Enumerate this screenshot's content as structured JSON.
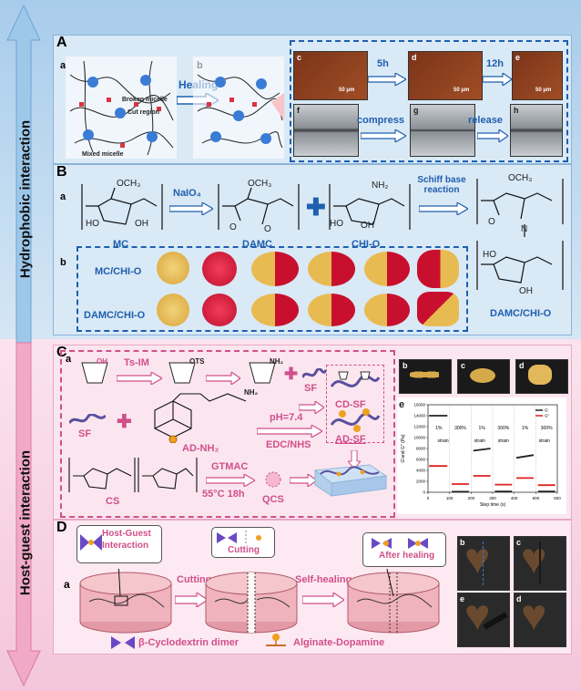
{
  "side": {
    "top_label": "Hydrophobic interaction",
    "bottom_label": "Host-guest interaction"
  },
  "A": {
    "panel": "A",
    "sub_a": "a",
    "sub_b": "b",
    "healing": "Healing",
    "broken_micelle": "Broken micelle",
    "cut_region": "Cut region",
    "mixed_micelle": "Mixed micelle",
    "photos": [
      "c",
      "d",
      "e",
      "f",
      "g",
      "h"
    ],
    "t1": "5h",
    "t2": "12h",
    "scale": "50 μm",
    "compress": "compress",
    "release": "release"
  },
  "B": {
    "panel": "B",
    "sub_a": "a",
    "sub_b": "b",
    "och3": "OCH₃",
    "naio4": "NaIO₄",
    "nh2": "NH₂",
    "schiff": "Schiff base reaction",
    "mc": "MC",
    "damc": "DAMC",
    "chio": "CHI-O",
    "row1": "MC/CHI-O",
    "row2": "DAMC/CHI-O",
    "product": "DAMC/CHI-O",
    "ho": "HO",
    "oh": "OH",
    "o": "O",
    "n": "N"
  },
  "C": {
    "panel": "C",
    "sub_a": "a",
    "ts_im": "Ts-IM",
    "ots": "OTS",
    "oh": "OH",
    "nh2": "NH₂",
    "sf": "SF",
    "sf2": "SF",
    "cd_sf": "CD-SF",
    "ad_nh2": "AD-NH₂",
    "ph": "pH=7.4",
    "edc": "EDC/NHS",
    "ad_sf": "AD-SF",
    "cs": "CS",
    "gtmac": "GTMAC",
    "cond": "55°C 18h",
    "qcs": "QCS",
    "photo_b": "b",
    "photo_c": "c",
    "photo_d": "d",
    "graph_label": "e"
  },
  "chart_data": {
    "type": "line",
    "xlabel": "Step time (s)",
    "ylabel": "G'and G'' (Pa)",
    "xlim": [
      0,
      600
    ],
    "ylim": [
      0,
      16000
    ],
    "x_ticks": [
      0,
      100,
      200,
      300,
      400,
      500,
      600
    ],
    "y_ticks": [
      0,
      2000,
      4000,
      6000,
      8000,
      10000,
      12000,
      14000,
      16000
    ],
    "legend": [
      "G'",
      "G''"
    ],
    "legend_position": "top-right",
    "annotations": [
      "1%",
      "300%",
      "1%",
      "300%",
      "1%",
      "300%",
      "strain",
      "strain",
      "strain",
      "strain"
    ],
    "series": [
      {
        "name": "G'",
        "color": "#222222",
        "x": [
          5,
          90,
          110,
          190,
          210,
          290,
          310,
          390,
          410,
          490,
          510,
          590
        ],
        "y": [
          14000,
          14000,
          100,
          100,
          7600,
          8000,
          150,
          150,
          6300,
          6800,
          150,
          150
        ]
      },
      {
        "name": "G''",
        "color": "#e02020",
        "x": [
          5,
          90,
          110,
          190,
          210,
          290,
          310,
          390,
          410,
          490,
          510,
          590
        ],
        "y": [
          4800,
          4800,
          1500,
          1500,
          3000,
          3000,
          1400,
          1400,
          2600,
          2600,
          1300,
          1300
        ]
      }
    ]
  },
  "D": {
    "panel": "D",
    "sub_a": "a",
    "host_guest": "Host-Guest Interaction",
    "cutting_box": "Cutting",
    "after_healing": "After healing",
    "cutting": "Cutting",
    "self_healing": "Self-healing",
    "legend_cd": "β-Cyclodextrin dimer",
    "legend_alg": "Alginate-Dopamine",
    "photo_b": "b",
    "photo_c": "c",
    "photo_e": "e",
    "photo_d": "d"
  },
  "colors": {
    "top_bg": "#bcd8ef",
    "bottom_bg": "#f6d3e2",
    "blue": "#1f5fae",
    "pink": "#e07ba8"
  }
}
